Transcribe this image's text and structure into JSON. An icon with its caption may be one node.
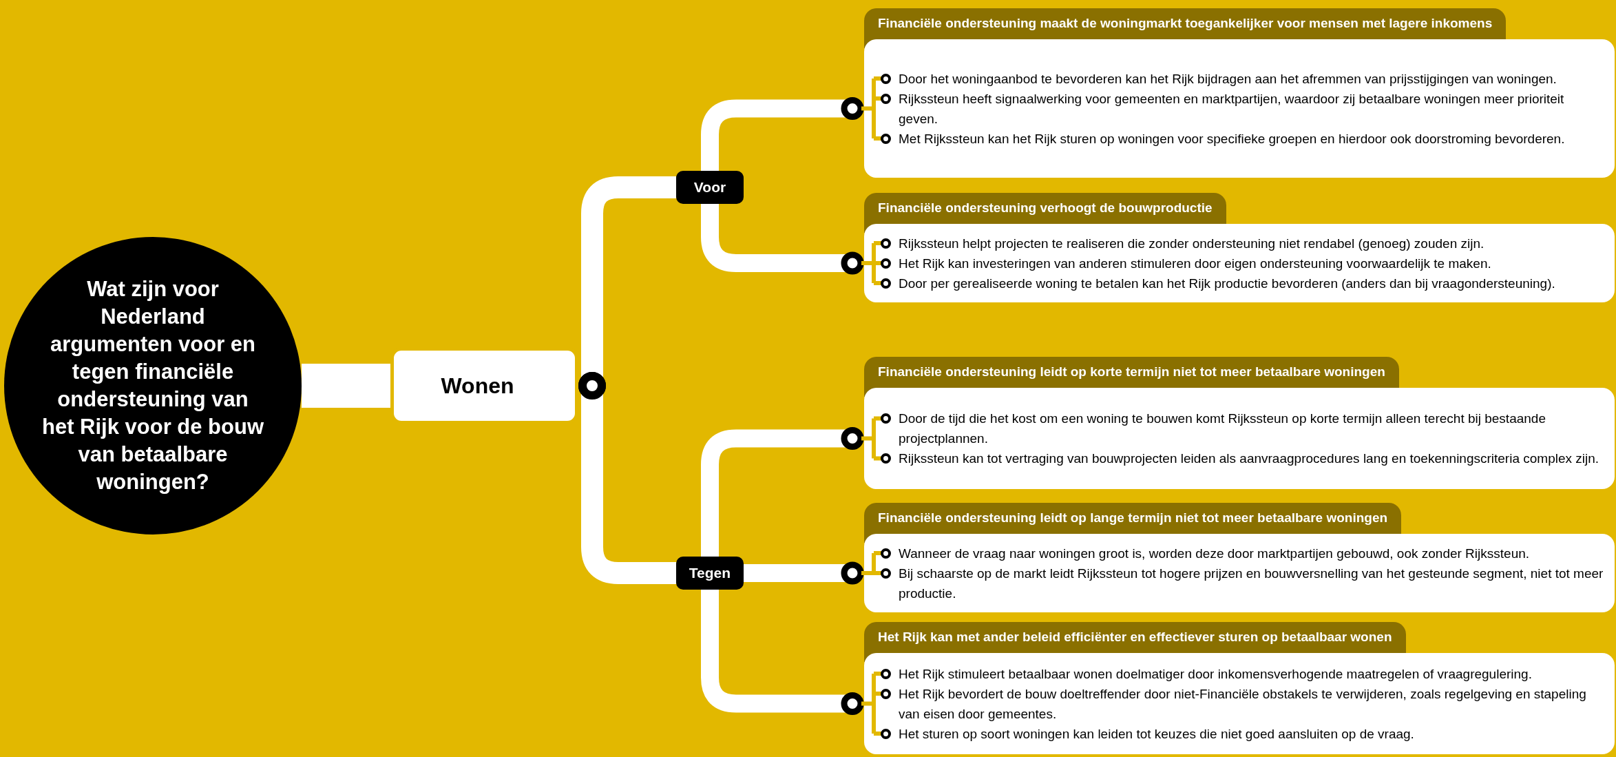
{
  "diagram": {
    "nodes": [
      {
        "text": [
          "Wat zijn voor Nederland argumenten voor en tegen financiële ondersteuning van het Rijk voor de bouw van betaalbare woningen?"
        ]
      },
      {
        "text": [
          "Wonen"
        ]
      },
      {
        "text": [
          "Voor"
        ]
      },
      {
        "text": [
          "Tegen"
        ]
      },
      {
        "text": [
          "Financiële ondersteuning maakt de woningmarkt toegankelijker voor mensen met lagere inkomens",
          "Door het woningaanbod te bevorderen kan het Rijk bijdragen aan het afremmen van prijsstijgingen van woningen.",
          "Rijkssteun heeft signaalwerking voor gemeenten en marktpartijen, waardoor zij betaalbare woningen meer prioriteit geven.",
          "Met Rijkssteun kan het Rijk sturen op woningen voor specifieke groepen en hierdoor ook doorstroming bevorderen."
        ]
      },
      {
        "text": [
          "Financiële ondersteuning verhoogt de bouwproductie",
          "Rijkssteun helpt projecten te realiseren die zonder ondersteuning niet rendabel (genoeg) zouden zijn.",
          "Het Rijk kan investeringen van anderen stimuleren door eigen ondersteuning voorwaardelijk te maken.",
          "Door per gerealiseerde woning te betalen kan het Rijk productie bevorderen (anders dan bij vraagondersteuning)."
        ]
      },
      {
        "text": [
          "Financiële ondersteuning leidt op korte termijn niet tot meer betaalbare woningen",
          "Door de tijd die het kost om een woning te bouwen komt Rijkssteun op korte termijn alleen terecht bij bestaande projectplannen.",
          "Rijkssteun kan tot vertraging van bouwprojecten leiden als aanvraagprocedures lang en toekenningscriteria complex zijn."
        ]
      },
      {
        "text": [
          "Financiële ondersteuning leidt op lange termijn niet tot meer betaalbare woningen",
          "Wanneer de vraag naar woningen groot is, worden deze door marktpartijen gebouwd, ook zonder Rijkssteun.",
          "Bij schaarste op de markt leidt Rijkssteun tot hogere prijzen en bouwversnelling van het gesteunde segment, niet tot meer productie."
        ]
      },
      {
        "text": [
          "Het Rijk kan met ander beleid efficiënter en effectiever sturen op betaalbaar wonen",
          "Het Rijk stimuleert betaalbaar wonen doelmatiger door inkomensverhogende maatregelen of vraagregulering.",
          "Het Rijk bevordert de bouw doeltreffender door niet-Financiële obstakels te verwijderen, zoals regelgeving en stapeling van eisen door gemeentes.",
          "Het sturen op soort woningen kan leiden tot keuzes die niet goed aansluiten op de vraag."
        ]
      }
    ],
    "edges": [
      {
        "from": 0,
        "to": 1,
        "arrow": "none",
        "style": "thick"
      },
      {
        "from": 1,
        "to": 2,
        "arrow": "other"
      },
      {
        "from": 1,
        "to": 3,
        "arrow": "other"
      },
      {
        "from": 2,
        "to": 4,
        "arrow": "other"
      },
      {
        "from": 2,
        "to": 5,
        "arrow": "other"
      },
      {
        "from": 3,
        "to": 6,
        "arrow": "other"
      },
      {
        "from": 3,
        "to": 7,
        "arrow": "other"
      },
      {
        "from": 3,
        "to": 8,
        "arrow": "other"
      }
    ]
  }
}
